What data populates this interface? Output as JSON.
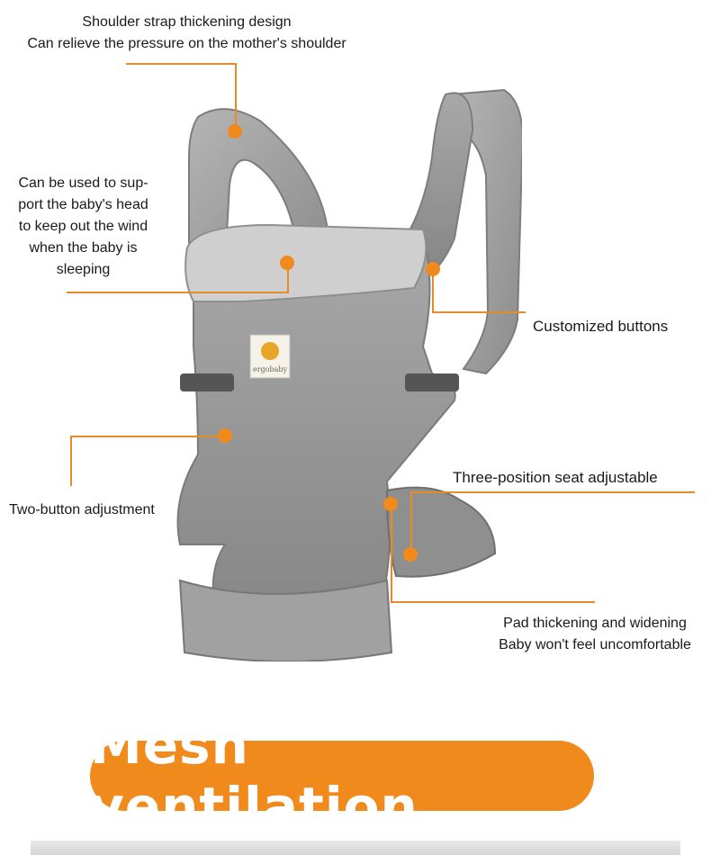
{
  "callouts": {
    "shoulder": {
      "line1": "Shoulder strap thickening design",
      "line2": "Can relieve the pressure on the mother's shoulder"
    },
    "head_support": {
      "lines": [
        "Can be used to sup-",
        "port the baby's head",
        "to keep out the wind",
        "when the baby is",
        "sleeping"
      ]
    },
    "buttons": {
      "text": "Customized buttons"
    },
    "two_button": {
      "text": "Two-button adjustment"
    },
    "seat": {
      "text": "Three-position seat adjustable"
    },
    "pad": {
      "line1": "Pad thickening and widening",
      "line2": "Baby won't feel uncomfortable"
    }
  },
  "product": {
    "brand_label": "ergobaby"
  },
  "banner": {
    "title": "Mesh ventilation"
  },
  "colors": {
    "accent": "#f08a1c",
    "carrier_gray": "#9a9a9a"
  }
}
